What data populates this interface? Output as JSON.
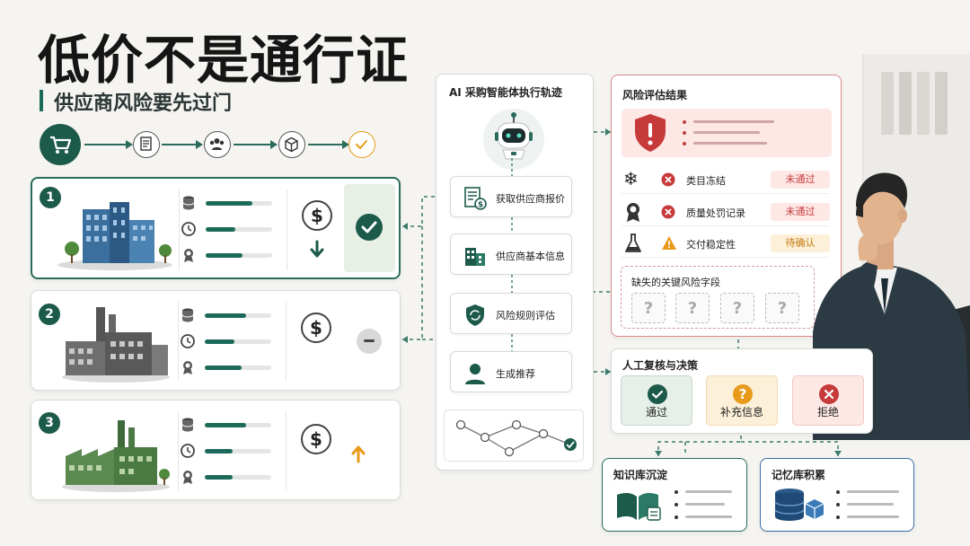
{
  "header": {
    "title": "低价不是通行证",
    "subtitle": "供应商风险要先过门"
  },
  "process_flow": {
    "icons": [
      "cart-icon",
      "document-icon",
      "users-icon",
      "box-icon",
      "check-circle-icon"
    ]
  },
  "suppliers": [
    {
      "number": "1",
      "building": "modern-office-building",
      "price_trend": "down",
      "status": "approved"
    },
    {
      "number": "2",
      "building": "gray-factory",
      "price_trend": "neutral",
      "status": "neutral"
    },
    {
      "number": "3",
      "building": "green-factory",
      "price_trend": "up",
      "status": "none"
    }
  ],
  "agent_panel": {
    "title": "AI 采购智能体执行轨迹",
    "steps": [
      {
        "label": "获取供应商报价"
      },
      {
        "label": "供应商基本信息"
      },
      {
        "label": "风险规则评估"
      },
      {
        "label": "生成推荐"
      }
    ]
  },
  "risk_panel": {
    "title": "风险评估结果",
    "rows": [
      {
        "label": "类目冻结",
        "status": "未通过"
      },
      {
        "label": "质量处罚记录",
        "status": "未通过"
      },
      {
        "label": "交付稳定性",
        "status": "待确认"
      }
    ],
    "missing_fields_title": "缺失的关键风险字段",
    "missing_placeholder": "?"
  },
  "review_panel": {
    "title": "人工复核与决策",
    "options": [
      {
        "label": "通过"
      },
      {
        "label": "补充信息"
      },
      {
        "label": "拒绝"
      }
    ]
  },
  "knowledge_base": {
    "title": "知识库沉淀"
  },
  "memory_base": {
    "title": "记忆库积累"
  },
  "colors": {
    "primary": "#1c6b5a",
    "danger": "#c73a3a",
    "warning": "#e89a1a",
    "danger_bg": "#fde8e6",
    "warning_bg": "#fdf0d8",
    "memory_border": "#3a6ea8"
  }
}
